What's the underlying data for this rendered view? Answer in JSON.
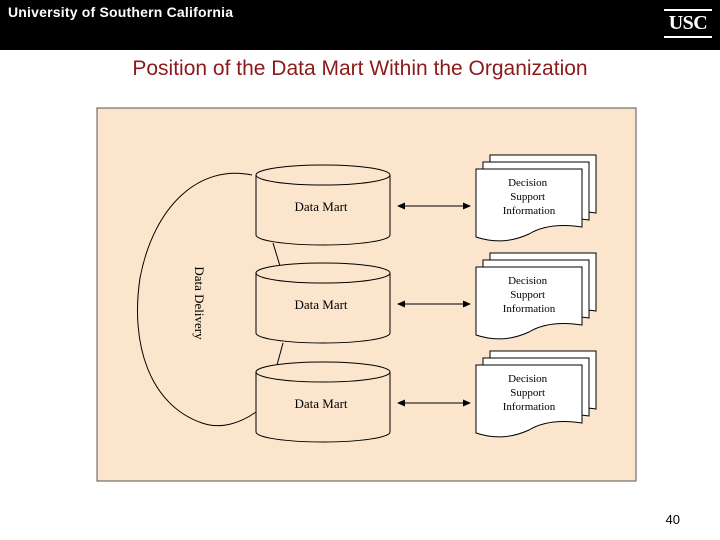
{
  "header": {
    "university_name": "University of Southern California",
    "logo_text": "USC",
    "background_color": "#000000"
  },
  "slide": {
    "title": "Position of the Data Mart Within the Organization",
    "title_color": "#8b1a1a",
    "page_number": "40"
  },
  "diagram": {
    "background_color": "#fbe5cc",
    "loop_label": "Data Delivery",
    "data_marts": [
      {
        "label": "Data Mart"
      },
      {
        "label": "Data Mart"
      },
      {
        "label": "Data Mart"
      }
    ],
    "reports": [
      {
        "lines": [
          "Decision",
          "Support",
          "Information"
        ]
      },
      {
        "lines": [
          "Decision",
          "Support",
          "Information"
        ]
      },
      {
        "lines": [
          "Decision",
          "Support",
          "Information"
        ]
      }
    ],
    "connector_style": "double-headed arrow"
  }
}
